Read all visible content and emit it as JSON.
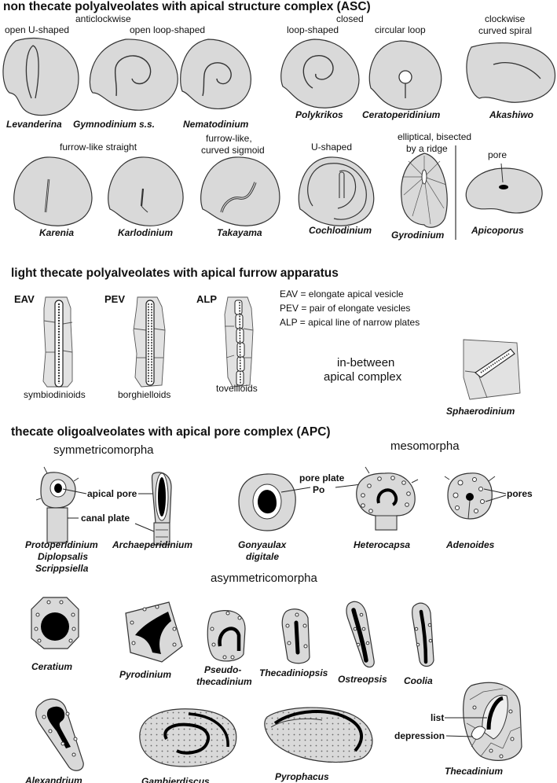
{
  "section_asc": {
    "title": "non thecate polyalveolates with apical structure complex (ASC)",
    "labels": {
      "open_u": "open U-shaped",
      "anticlockwise": "anticlockwise",
      "open_loop": "open loop-shaped",
      "closed": "closed",
      "loop_shaped": "loop-shaped",
      "circular_loop": "circular loop",
      "clockwise_1": "clockwise",
      "clockwise_2": "curved spiral",
      "furrow_straight": "furrow-like straight",
      "furrow_sig_1": "furrow-like,",
      "furrow_sig_2": "curved sigmoid",
      "u_shaped": "U-shaped",
      "elliptical_1": "elliptical, bisected",
      "elliptical_2": "by a ridge",
      "pore": "pore"
    },
    "taxa": {
      "levanderina": "Levanderina",
      "gymnodinium": "Gymnodinium s.s.",
      "nematodinium": "Nematodinium",
      "polykrikos": "Polykrikos",
      "ceratoperidinium": "Ceratoperidinium",
      "akashiwo": "Akashiwo",
      "karenia": "Karenia",
      "karlodinium": "Karlodinium",
      "takayama": "Takayama",
      "cochlodinium": "Cochlodinium",
      "gyrodinium": "Gyrodinium",
      "apicoporus": "Apicoporus"
    }
  },
  "section_light": {
    "title": "light thecate polyalveolates with apical furrow apparatus",
    "eav": "EAV",
    "pev": "PEV",
    "alp": "ALP",
    "legend": [
      "EAV = elongate apical vesicle",
      "PEV = pair of elongate vesicles",
      "ALP = apical line of narrow plates"
    ],
    "symbiodinioids": "symbiodinioids",
    "borghielloids": "borghielloids",
    "tovellioids": "tovellioids",
    "in_between_1": "in-between",
    "in_between_2": "apical complex",
    "sphaerodinium": "Sphaerodinium"
  },
  "section_apc": {
    "title": "thecate oligoalveolates with apical pore complex (APC)",
    "symmetricomorpha": "symmetricomorpha",
    "mesomorpha": "mesomorpha",
    "asymmetricomorpha": "asymmetricomorpha",
    "apical_pore": "apical pore",
    "canal_plate": "canal plate",
    "pore_plate_1": "pore plate",
    "pore_plate_2": "Po",
    "pores": "pores",
    "list": "list",
    "depression": "depression",
    "taxa": {
      "protoperidinium": "Protoperidinium",
      "diplopsalis": "Diplopsalis",
      "scrippsiella": "Scrippsiella",
      "archaeperidinium": "Archaeperidinium",
      "gonyaulax_1": "Gonyaulax",
      "gonyaulax_2": "digitale",
      "heterocapsa": "Heterocapsa",
      "adenoides": "Adenoides",
      "ceratium": "Ceratium",
      "pyrodinium": "Pyrodinium",
      "pseudo_1": "Pseudo-",
      "pseudo_2": "thecadinium",
      "thecadiniopsis": "Thecadiniopsis",
      "ostreopsis": "Ostreopsis",
      "coolia": "Coolia",
      "alexandrium": "Alexandrium",
      "gambierdiscus": "Gambierdiscus",
      "pyrophacus": "Pyrophacus",
      "thecadinium": "Thecadinium"
    }
  },
  "colors": {
    "cell_fill": "#d9d9d9",
    "outline": "#333333",
    "structure": "#000000"
  }
}
